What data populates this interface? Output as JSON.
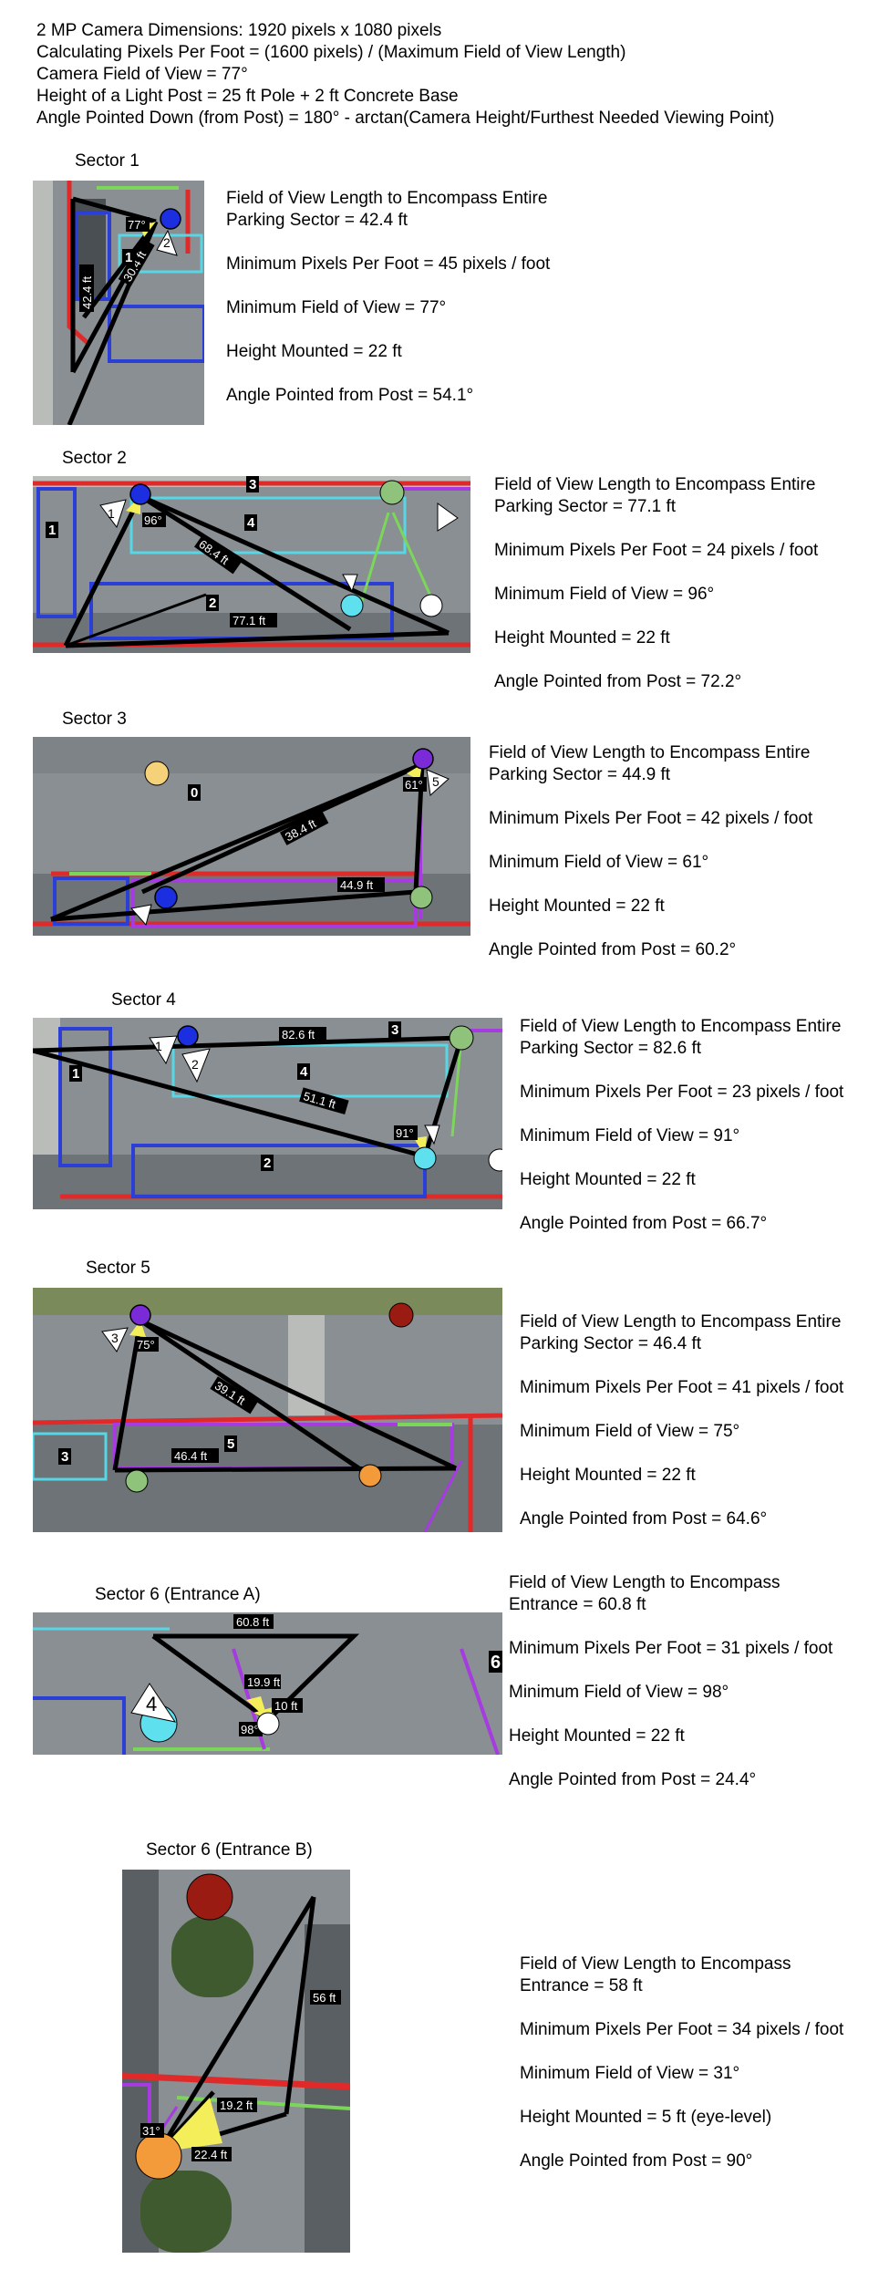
{
  "header": {
    "line1": "2 MP Camera Dimensions: 1920 pixels x 1080 pixels",
    "line2": "Calculating Pixels Per Foot = (1600 pixels) / (Maximum Field of View Length)",
    "line3": "Camera Field of View = 77°",
    "line4": "Height of a Light Post = 25 ft Pole + 2 ft Concrete Base",
    "line5": "Angle Pointed Down (from Post) = 180° - arctan(Camera Height/Furthest Needed Viewing Point)"
  },
  "sectors": [
    {
      "title": "Sector 1",
      "fov_length_line1": "Field of View Length to Encompass Entire",
      "fov_length_line2": "Parking Sector = 42.4 ft",
      "pixels_per_foot": "Minimum Pixels Per Foot = 45 pixels / foot",
      "min_fov": "Minimum Field of View = 77°",
      "height": "Height Mounted = 22 ft",
      "angle": "Angle Pointed from Post = 54.1°",
      "map_labels": {
        "angle": "77°",
        "dist_a": "42.4 ft",
        "dist_b": "30.4 ft",
        "n1": "1",
        "n2": "2"
      }
    },
    {
      "title": "Sector 2",
      "fov_length_line1": "Field of View Length to Encompass Entire",
      "fov_length_line2": "Parking Sector = 77.1 ft",
      "pixels_per_foot": "Minimum Pixels Per Foot = 24 pixels / foot",
      "min_fov": "Minimum Field of View = 96°",
      "height": "Height Mounted = 22 ft",
      "angle": "Angle Pointed from Post = 72.2°",
      "map_labels": {
        "angle": "96°",
        "dist_a": "68.4 ft",
        "dist_b": "77.1 ft",
        "n1": "1",
        "n2": "2",
        "n3": "3",
        "n4": "4"
      }
    },
    {
      "title": "Sector 3",
      "fov_length_line1": "Field of View Length to Encompass Entire",
      "fov_length_line2": "Parking Sector = 44.9 ft",
      "pixels_per_foot": "Minimum Pixels Per Foot = 42 pixels / foot",
      "min_fov": "Minimum Field of View = 61°",
      "height": "Height Mounted = 22 ft",
      "angle": "Angle Pointed from Post = 60.2°",
      "map_labels": {
        "angle": "61°",
        "dist_a": "38.4 ft",
        "dist_b": "44.9 ft",
        "n0": "0",
        "n5": "5"
      }
    },
    {
      "title": "Sector 4",
      "fov_length_line1": "Field of View Length to Encompass Entire",
      "fov_length_line2": "Parking Sector = 82.6 ft",
      "pixels_per_foot": "Minimum Pixels Per Foot = 23 pixels / foot",
      "min_fov": "Minimum Field of View = 91°",
      "height": "Height Mounted = 22 ft",
      "angle": "Angle Pointed from Post = 66.7°",
      "map_labels": {
        "angle": "91°",
        "dist_a": "82.6 ft",
        "dist_b": "51.1 ft",
        "n1": "1",
        "n2": "2",
        "n3": "3",
        "n4": "4"
      }
    },
    {
      "title": "Sector 5",
      "fov_length_line1": "Field of View Length to Encompass Entire",
      "fov_length_line2": "Parking Sector = 46.4 ft",
      "pixels_per_foot": "Minimum Pixels Per Foot = 41 pixels / foot",
      "min_fov": "Minimum Field of View = 75°",
      "height": "Height Mounted = 22 ft",
      "angle": "Angle Pointed from Post = 64.6°",
      "map_labels": {
        "angle": "75°",
        "dist_a": "39.1 ft",
        "dist_b": "46.4 ft",
        "n3": "3",
        "n5": "5"
      }
    },
    {
      "title": "Sector 6 (Entrance A)",
      "fov_length_line1": "Field of View Length to Encompass",
      "fov_length_line2": "Entrance = 60.8 ft",
      "pixels_per_foot": "Minimum Pixels Per Foot = 31 pixels / foot",
      "min_fov": "Minimum Field of View = 98°",
      "height": "Height Mounted = 22 ft",
      "angle": "Angle Pointed from Post = 24.4°",
      "map_labels": {
        "angle": "98°",
        "dist_a": "60.8 ft",
        "dist_b": "19.9 ft",
        "dist_c": "10 ft",
        "n4": "4",
        "n6": "6"
      }
    },
    {
      "title": "Sector 6 (Entrance B)",
      "fov_length_line1": "Field of View Length to Encompass",
      "fov_length_line2": "Entrance = 58 ft",
      "pixels_per_foot": "Minimum Pixels Per Foot = 34 pixels / foot",
      "min_fov": "Minimum Field of View = 31°",
      "height": "Height Mounted = 5 ft (eye-level)",
      "angle": "Angle Pointed from Post = 90°",
      "map_labels": {
        "angle": "31°",
        "dist_a": "56 ft",
        "dist_b": "19.2 ft",
        "dist_c": "22.4 ft"
      }
    }
  ],
  "colors": {
    "asphalt": "#8a8f93",
    "asphalt_dark": "#6e7377",
    "red_boundary": "#e02a2a",
    "blue_lot": "#2b3fd6",
    "cyan_lot": "#55d7e6",
    "purple_lot": "#a63be0",
    "green_lot": "#7bd65a",
    "fov_line": "#000000",
    "fov_fill": "#f4ee5a",
    "cam_blue": "#1c2fe0",
    "cam_purple": "#7a2ad6",
    "cam_cyan": "#5fe0ee",
    "cam_orange": "#f39a3a",
    "cam_red": "#9a1b12",
    "cam_green": "#8fc27a",
    "cam_yellow": "#f5d27a",
    "cam_white": "#ffffff"
  }
}
